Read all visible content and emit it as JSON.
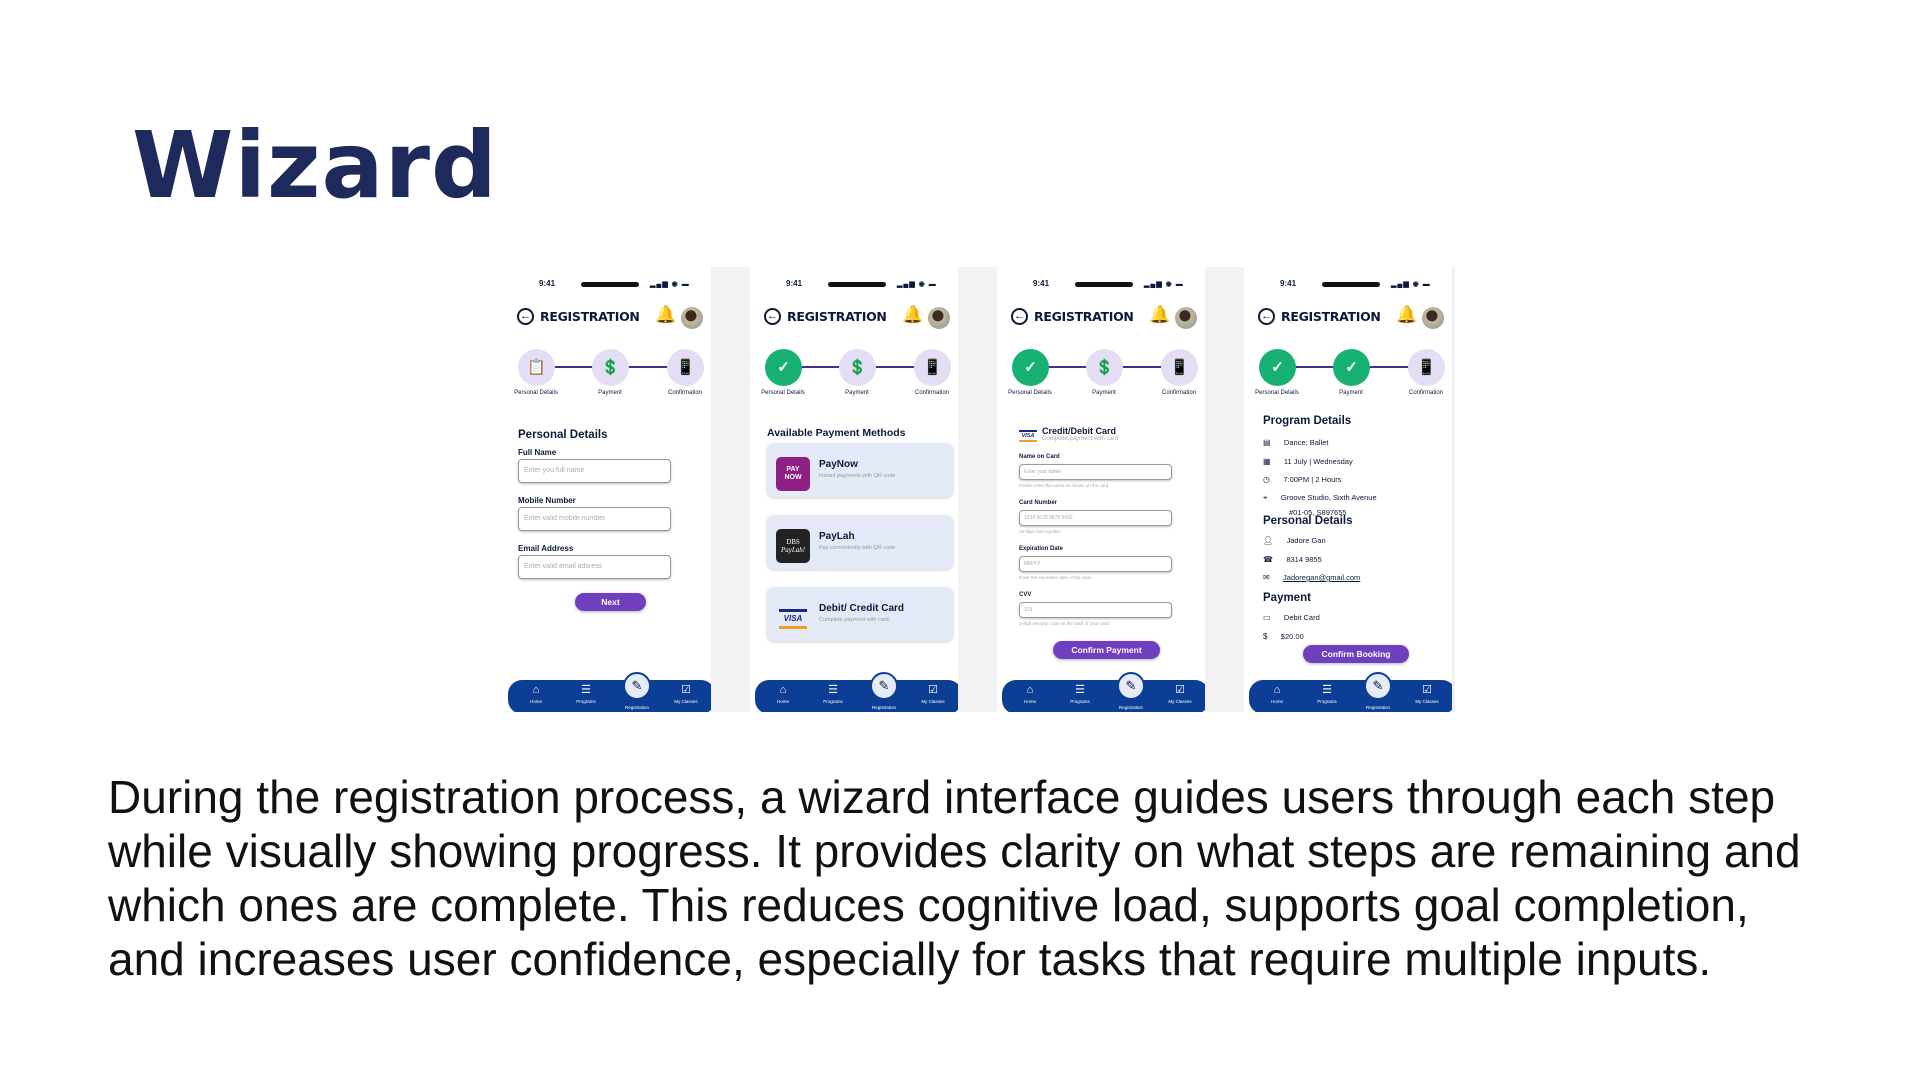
{
  "slide": {
    "title": "Wizard",
    "description": "During the registration process, a wizard interface guides users through each step while visually showing progress. It provides clarity on what steps are remaining and which ones are complete. This reduces cognitive load, supports goal completion, and increases user confidence, especially for tasks that require multiple inputs."
  },
  "common": {
    "time": "9:41",
    "header": "REGISTRATION",
    "steps": [
      "Personal Details",
      "Payment",
      "Confirmation"
    ],
    "nav": [
      "Home",
      "Programs",
      "Registration",
      "My Classes"
    ]
  },
  "colors": {
    "primary": "#6f3fc0",
    "done": "#17b273",
    "nav": "#0d3e95",
    "pending": "#e4ddf3"
  },
  "screen1": {
    "heading": "Personal Details",
    "fields": [
      {
        "label": "Full Name",
        "placeholder": "Enter you full name"
      },
      {
        "label": "Mobile Number",
        "placeholder": "Enter valid mobile number"
      },
      {
        "label": "Email Address",
        "placeholder": "Enter valid email adsress"
      }
    ],
    "next": "Next"
  },
  "screen2": {
    "heading": "Available Payment Methods",
    "methods": [
      {
        "title": "PayNow",
        "subtitle": "Instant payments with QR code",
        "logo": "PAY NOW"
      },
      {
        "title": "PayLah",
        "subtitle": "Pay conveniently with QR code",
        "logo": "DBS PayLah!"
      },
      {
        "title": "Debit/ Credit Card",
        "subtitle": "Complete payment with card",
        "logo": "VISA"
      }
    ]
  },
  "screen3": {
    "heading": "Credit/Debit Card",
    "subheading": "Complete payment with card",
    "logo": "VISA",
    "fields": [
      {
        "label": "Name on Card",
        "placeholder": "Enter your name",
        "hint": "Please enter the name as shown on the card."
      },
      {
        "label": "Card Number",
        "placeholder": "1234 5678 9876 5432",
        "hint": "16-digit card number."
      },
      {
        "label": "Expiration Date",
        "placeholder": "MM/YY",
        "hint": "Enter the expiration date of the card."
      },
      {
        "label": "CVV",
        "placeholder": "123",
        "hint": "3-digit security code on the back of your card."
      }
    ],
    "confirm": "Confirm Payment"
  },
  "screen4": {
    "program_heading": "Program Details",
    "program": [
      "Dance; Ballet",
      "11 July  | Wednesday",
      "7:00PM  |  2 Hours",
      "Groove Studio, Sixth Avenue",
      "#01-05, S897655"
    ],
    "personal_heading": "Personal Details",
    "personal": [
      "Jadore Gan",
      "8314 9855",
      "Jadoregan@gmail.com"
    ],
    "payment_heading": "Payment",
    "payment": [
      "Debit Card",
      "$20.00"
    ],
    "confirm": "Confirm Booking"
  }
}
